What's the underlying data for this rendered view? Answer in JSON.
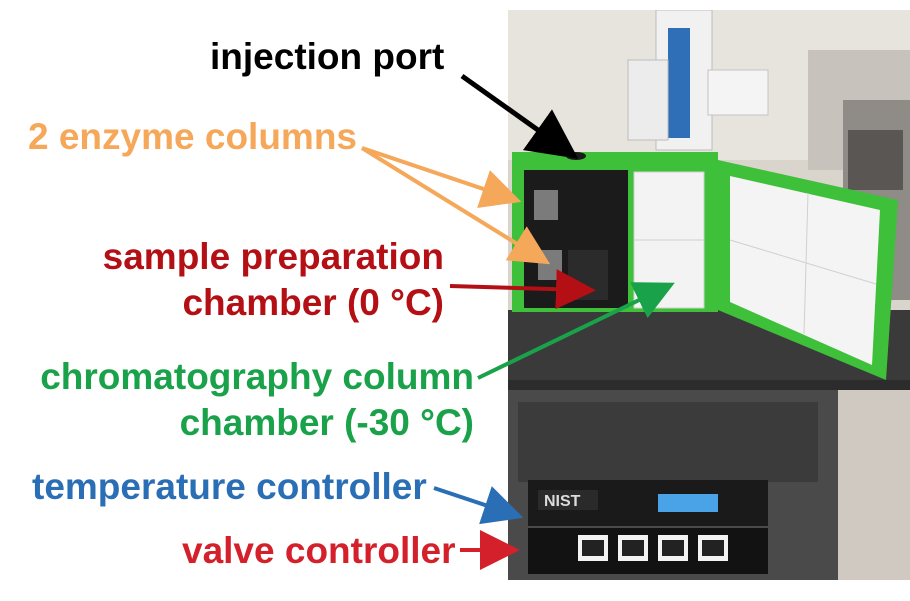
{
  "labels": {
    "injection_port": "injection port",
    "enzyme_columns": "2 enzyme columns",
    "sample_prep_line1": "sample preparation",
    "sample_prep_line2": "chamber (0 °C)",
    "chrom_line1": "chromatography column",
    "chrom_line2": "chamber (-30 °C)",
    "temperature_controller": "temperature controller",
    "valve_controller": "valve controller"
  },
  "device_text": {
    "brand": "NIST"
  },
  "colors": {
    "injection_port": "#000000",
    "enzyme_columns": "#f5a85a",
    "sample_prep": "#b40f14",
    "chromatography": "#1aa24a",
    "temperature_controller": "#2a6fb5",
    "valve_controller": "#d4202a",
    "instrument_green": "#3fc03a"
  }
}
